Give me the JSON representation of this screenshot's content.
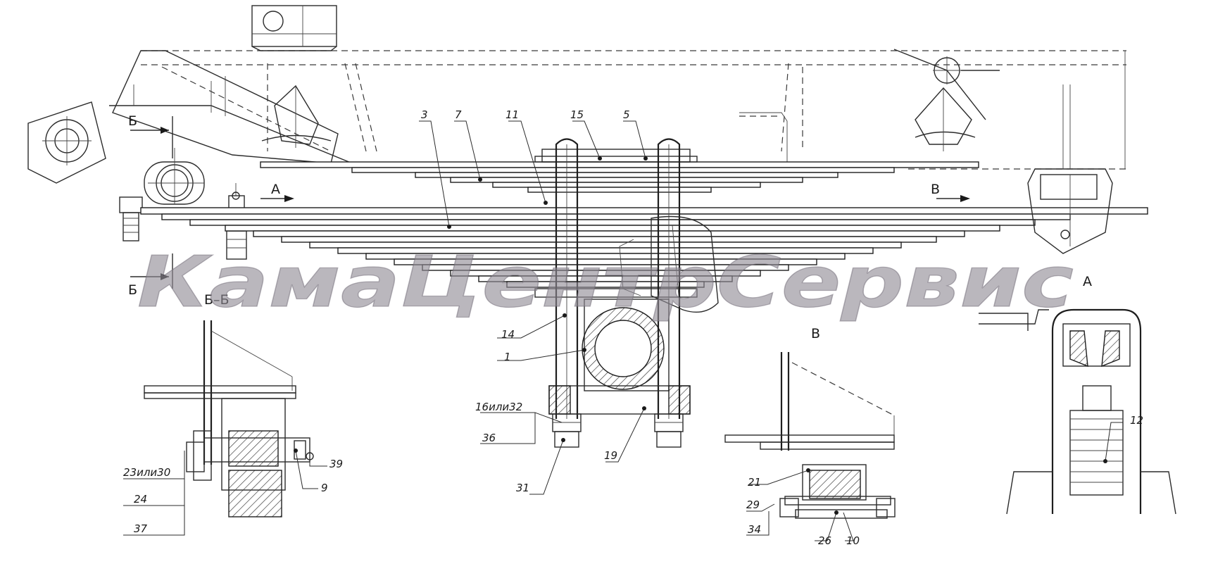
{
  "watermark": "КамаЦентрСервис",
  "view_labels": {
    "section_mark_top": "Б",
    "section_mark_bottom": "Б",
    "section_title": "Б–Б",
    "view_a_arrow": "А",
    "view_v_arrow": "В",
    "view_v_title": "В",
    "view_a_title": "А"
  },
  "callouts": {
    "c3": "3",
    "c7": "7",
    "c11": "11",
    "c15": "15",
    "c5": "5",
    "c14": "14",
    "c1": "1",
    "c16or32": "16или32",
    "c36": "36",
    "c31": "31",
    "c19": "19",
    "c39": "39",
    "c9": "9",
    "c23or30": "23или30",
    "c24": "24",
    "c37": "37",
    "c21": "21",
    "c29": "29",
    "c34": "34",
    "c26": "26",
    "c10": "10",
    "c12": "12"
  },
  "colors": {
    "line": "#1e1e1e",
    "watermark": "#8f8a94",
    "background": "#ffffff"
  }
}
